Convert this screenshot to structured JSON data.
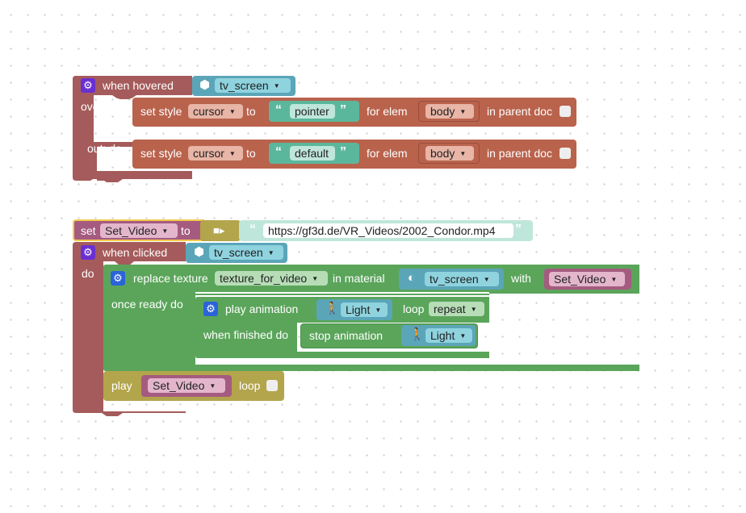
{
  "block1": {
    "event_label": "when hovered",
    "object": "tv_screen",
    "over_label": "over: do",
    "out_label": "out: do",
    "over_stmt": {
      "set_style": "set style",
      "property": "cursor",
      "to": "to",
      "value": "pointer",
      "for_elem": "for elem",
      "elem": "body",
      "in_parent": "in parent doc"
    },
    "out_stmt": {
      "set_style": "set style",
      "property": "cursor",
      "to": "to",
      "value": "default",
      "for_elem": "for elem",
      "elem": "body",
      "in_parent": "in parent doc"
    }
  },
  "block2": {
    "set_label": "set",
    "variable": "Set_Video",
    "to_label": "to",
    "url": "https://gf3d.de/VR_Videos/2002_Condor.mp4"
  },
  "block3": {
    "event_label": "when clicked",
    "object": "tv_screen",
    "do_label": "do",
    "replace": {
      "label": "replace texture",
      "texture": "texture_for_video",
      "in_material": "in material",
      "material": "tv_screen",
      "with": "with",
      "video": "Set_Video"
    },
    "once_ready": "once ready do",
    "play_anim": {
      "label": "play animation",
      "object": "Light",
      "loop": "loop",
      "mode": "repeat"
    },
    "when_finished": "when finished do",
    "stop_anim": {
      "label": "stop animation",
      "object": "Light"
    },
    "play": {
      "label": "play",
      "variable": "Set_Video",
      "loop": "loop"
    }
  },
  "colors": {
    "event_red": "#a55b5b",
    "style_orange": "#b9634d",
    "text_teal": "#5bb79b",
    "object_blue": "#5ba5b8",
    "variable_pink": "#a55b80",
    "video_olive": "#b3a54c",
    "texture_green": "#5ba55b"
  }
}
